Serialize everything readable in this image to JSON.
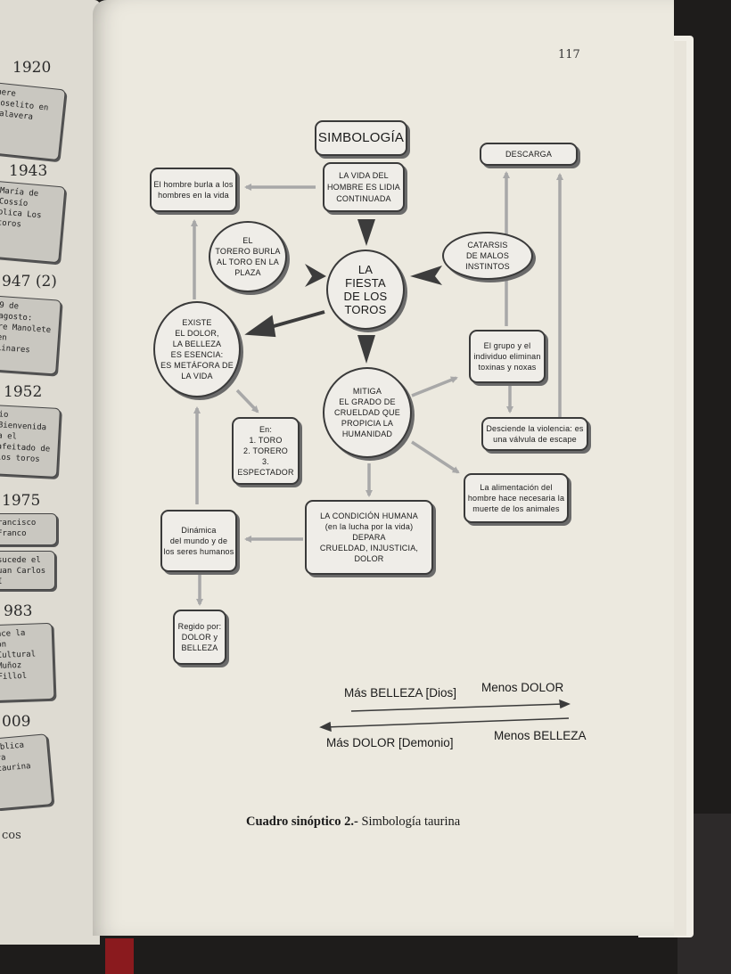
{
  "left_page": {
    "entries": [
      {
        "year": "1920",
        "text": "uere Joselito en\nTalavera"
      },
      {
        "year": "1943",
        "text": "María de Cossío\nblica Los toros"
      },
      {
        "year": "947 (2)",
        "text": "9 de agosto:\nre Manolete en\nLinares"
      },
      {
        "year": "1952",
        "text": "io Bienvenida\na el afeitado de\nlos toros"
      },
      {
        "year": "1975",
        "text": "rancisco Franco"
      },
      {
        "year": "",
        "text": "sucede el\nuan Carlos I"
      },
      {
        "year": "983",
        "text": "ace la\nón Cultural\nMuñoz Fillol"
      },
      {
        "year": "009",
        "text": "ublica\nra taurina"
      }
    ],
    "footer": "cos"
  },
  "page_number": "117",
  "diagram": {
    "simbologia": "SIMBOLOGÍA",
    "vida_lidia": "LA VIDA DEL\nHOMBRE ES LIDIA\nCONTINUADA",
    "hombre_burla": "El hombre burla a los\nhombres en la vida",
    "descarga": "DESCARGA",
    "torero_burla": "EL\nTORERO BURLA\nAL TORO EN LA\nPLAZA",
    "fiesta": "LA\nFIESTA\nDE LOS\nTOROS",
    "catarsis": "CATARSIS\nDE MALOS INSTINTOS",
    "existe_dolor": "EXISTE\nEL DOLOR,\nLA BELLEZA\nES ESENCIA:\nES METÁFORA DE\nLA VIDA",
    "grupo": "El grupo y el\nindividuo eliminan\ntoxinas y noxas",
    "mitiga": "MITIGA\nEL GRADO DE\nCRUELDAD QUE\nPROPICIA LA\nHUMANIDAD",
    "desciende": "Desciende la violencia: es\nuna válvula de escape",
    "en_list": "En:\n1. TORO\n2. TORERO\n3. ESPECTADOR",
    "alimentacion": "La alimentación del\nhombre hace necesaria la\nmuerte de los animales",
    "dinamica": "Dinámica\ndel mundo y de\nlos seres humanos",
    "condicion": "LA CONDICIÓN HUMANA\n(en la lucha por la vida)\nDEPARA\nCRUELDAD, INJUSTICIA, DOLOR",
    "regido": "Regido por:\nDOLOR y\nBELLEZA"
  },
  "legend": {
    "top_left": "Más BELLEZA [Dios]",
    "top_right": "Menos DOLOR",
    "bottom_left": "Más DOLOR [Demonio]",
    "bottom_right": "Menos BELLEZA"
  },
  "caption": {
    "bold": "Cuadro sinóptico 2.-",
    "text": " Simbología taurina"
  },
  "colors": {
    "node_fill": "#efede8",
    "node_border": "#3a3a3a",
    "light_arrow": "#a8a8a8",
    "dark_arrow": "#3c3c3c",
    "page": "#ece9df"
  }
}
